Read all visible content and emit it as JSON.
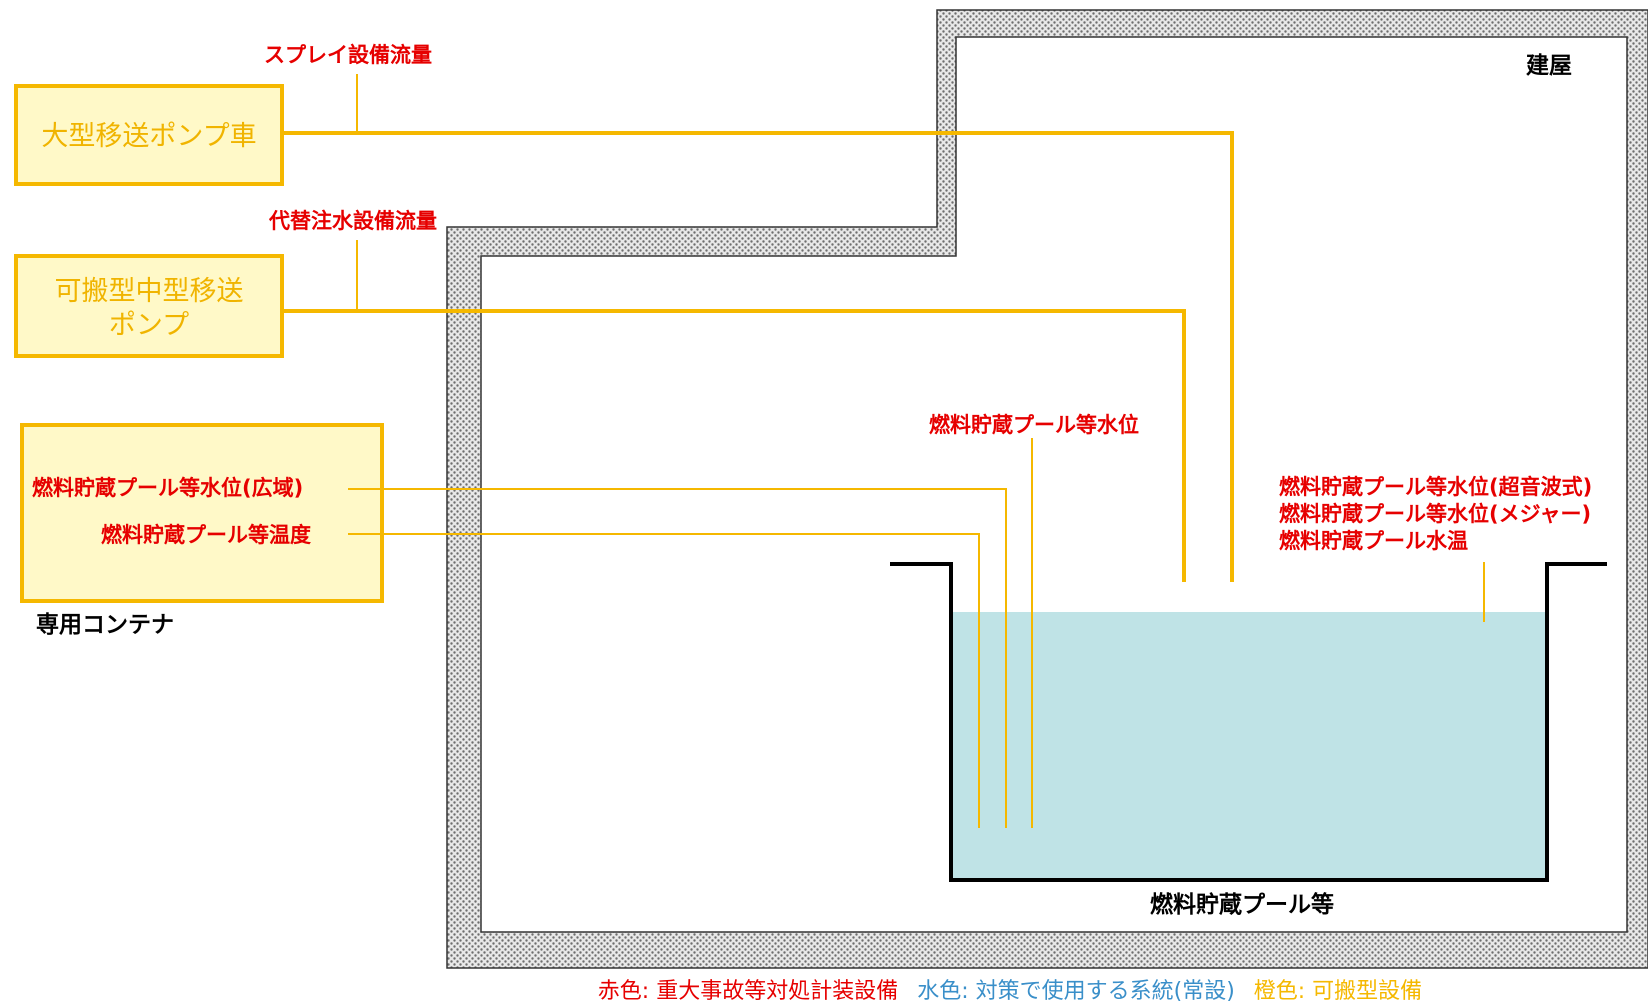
{
  "building": {
    "label": "建屋"
  },
  "pool": {
    "label": "燃料貯蔵プール等"
  },
  "container": {
    "label": "専用コンテナ"
  },
  "boxes": {
    "large_pump": "大型移送ポンプ車",
    "medium_pump_line1": "可搬型中型移送",
    "medium_pump_line2": "ポンプ"
  },
  "instruments": {
    "spray_flow": "スプレイ設備流量",
    "alt_injection_flow": "代替注水設備流量",
    "pool_level": "燃料貯蔵プール等水位",
    "pool_level_wide": "燃料貯蔵プール等水位(広域)",
    "pool_temp": "燃料貯蔵プール等温度",
    "pool_level_ultrasonic": "燃料貯蔵プール等水位(超音波式)",
    "pool_level_measure": "燃料貯蔵プール等水位(メジャー)",
    "pool_water_temp": "燃料貯蔵プール水温"
  },
  "legend": {
    "red": "赤色: 重大事故等対処計装設備",
    "cyan": "水色: 対策で使用する系統(常設)",
    "orange": "橙色: 可搬型設備"
  },
  "colors": {
    "red": "#e60000",
    "cyan": "#3a8fc9",
    "orange": "#f5b800",
    "water": "#bfe3e6",
    "box_fill": "#fff9c8",
    "wall": "#8a8a8a"
  }
}
